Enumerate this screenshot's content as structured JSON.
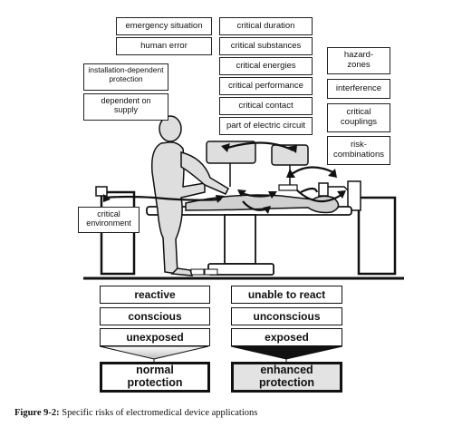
{
  "risk_factors_left": [
    "emergency situation",
    "human error"
  ],
  "risk_factors_center": [
    "critical duration",
    "critical substances",
    "critical energies",
    "critical performance",
    "critical contact",
    "part of electric circuit"
  ],
  "risk_factors_right": [
    "hazard-\nzones",
    "interference",
    "critical\ncouplings",
    "risk-\ncombinations"
  ],
  "side_labels": {
    "installation": "installation-dependent\nprotection",
    "supply": "dependent on\nsupply",
    "environment": "critical\nenvironment"
  },
  "states_left": [
    "reactive",
    "conscious",
    "unexposed"
  ],
  "states_right": [
    "unable to react",
    "unconscious",
    "exposed"
  ],
  "protection": {
    "normal": "normal\nprotection",
    "enhanced": "enhanced\nprotection",
    "enhanced_fill": "#e3e3e3"
  },
  "caption": {
    "label": "Figure 9-2:",
    "text": " Specific risks of electromedical device applications"
  }
}
